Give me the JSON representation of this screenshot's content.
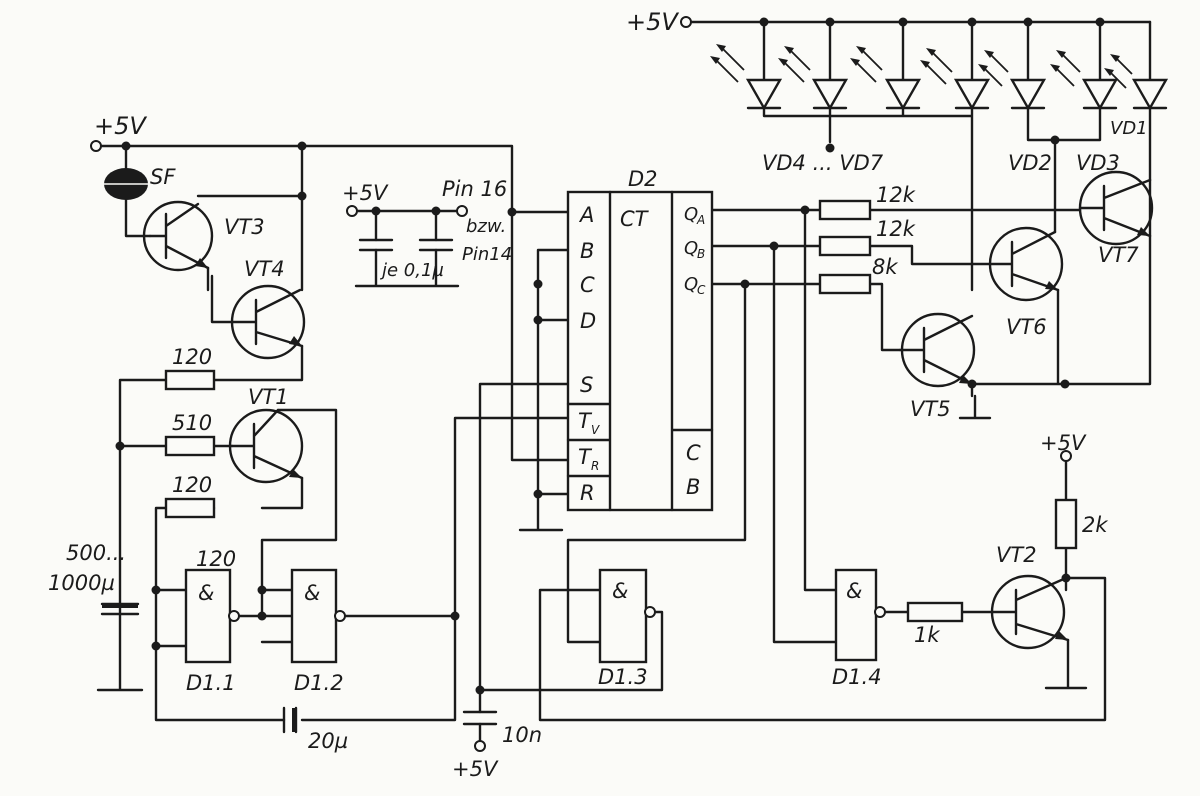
{
  "supply": {
    "top_right": "+5V",
    "left": "+5V",
    "decoupling": "+5V",
    "vt2": "+5V",
    "bottom": "+5V"
  },
  "chip_pins": {
    "pin16": "Pin 16",
    "bzw": "bzw.",
    "pin14": "Pin14",
    "caps": "je 0,1µ"
  },
  "counter": {
    "name": "D2",
    "type": "CT",
    "inputs": [
      "A",
      "B",
      "C",
      "D",
      "S"
    ],
    "clock_v": "T",
    "clock_v_sub": "V",
    "clock_r": "T",
    "clock_r_sub": "R",
    "reset": "R",
    "outputs": [
      {
        "main": "Q",
        "sub": "A"
      },
      {
        "main": "Q",
        "sub": "B"
      },
      {
        "main": "Q",
        "sub": "C"
      }
    ],
    "carry": "C",
    "borrow": "B"
  },
  "leds": {
    "group": "VD4 ... VD7",
    "vd2": "VD2",
    "vd3": "VD3",
    "vd1": "VD1"
  },
  "transistors": [
    "VT3",
    "VT4",
    "VT1",
    "VT5",
    "VT6",
    "VT7",
    "VT2"
  ],
  "resistors": {
    "r1": "120",
    "r2": "510",
    "r3": "120",
    "qa": "12k",
    "qb": "12k",
    "qc": "8k",
    "vt2_base": "1k",
    "vt2_collector": "2k"
  },
  "capacitors": {
    "c_big_1": "500...",
    "c_big_2": "1000µ",
    "c_20": "20µ",
    "c_10n": "10n"
  },
  "gates": {
    "symbol": "&",
    "d11": "D1.1",
    "d12": "D1.2",
    "d13": "D1.3",
    "d14": "D1.4",
    "d11_value": "120"
  },
  "speaker": "SF"
}
